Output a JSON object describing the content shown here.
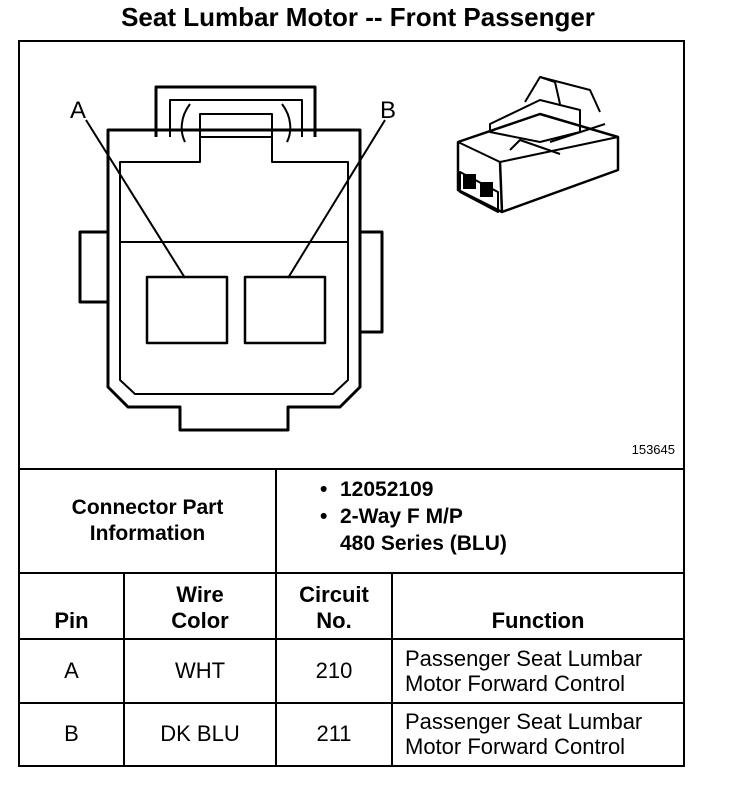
{
  "title": "Seat Lumbar Motor -- Front Passenger",
  "diagram": {
    "pin_labels": [
      "A",
      "B"
    ],
    "reference_number": "153645",
    "icons": [
      "connector-face-view-icon",
      "connector-3d-view-icon"
    ]
  },
  "connector_info": {
    "label_line1": "Connector Part",
    "label_line2": "Information",
    "items": [
      {
        "lines": [
          "12052109"
        ]
      },
      {
        "lines": [
          "2-Way F M/P",
          "480 Series (BLU)"
        ]
      }
    ]
  },
  "table": {
    "headers": {
      "pin": [
        "Pin"
      ],
      "wire_color": [
        "Wire",
        "Color"
      ],
      "circuit": [
        "Circuit",
        "No."
      ],
      "function": [
        "Function"
      ]
    },
    "rows": [
      {
        "pin": "A",
        "wire_color": "WHT",
        "circuit": "210",
        "function": [
          "Passenger Seat Lumbar",
          "Motor Forward Control"
        ]
      },
      {
        "pin": "B",
        "wire_color": "DK BLU",
        "circuit": "211",
        "function": [
          "Passenger Seat Lumbar",
          "Motor Forward Control"
        ]
      }
    ]
  }
}
